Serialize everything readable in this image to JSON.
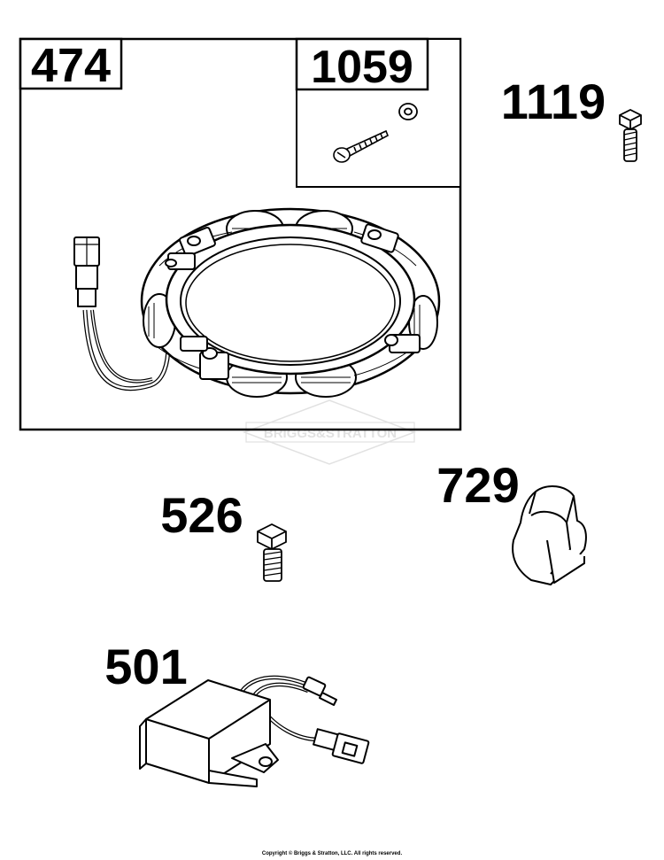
{
  "diagram": {
    "parts": [
      {
        "number": "474",
        "name": "Alternator stator"
      },
      {
        "number": "1059",
        "name": "Screw and washer"
      },
      {
        "number": "1119",
        "name": "Bolt"
      },
      {
        "number": "526",
        "name": "Bolt"
      },
      {
        "number": "729",
        "name": "Clip"
      },
      {
        "number": "501",
        "name": "Regulator"
      }
    ],
    "watermark": "BRIGGS&STRATTON",
    "copyright": "Copyright © Briggs & Stratton, LLC. All rights reserved.",
    "colors": {
      "ink": "#000000",
      "paper": "#ffffff",
      "watermark": "#d9d9d9"
    }
  }
}
